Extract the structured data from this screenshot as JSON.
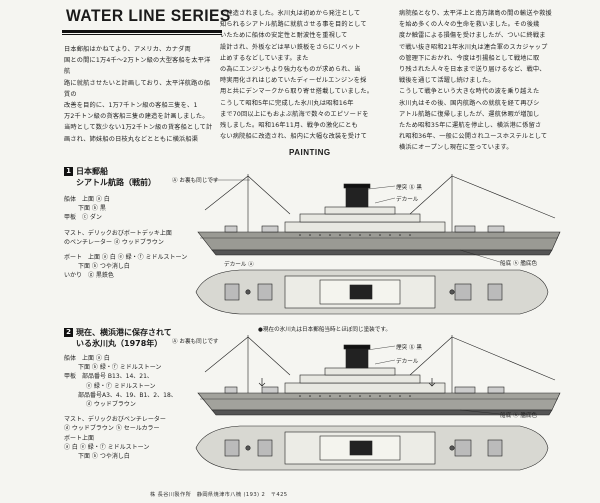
{
  "header": {
    "series_title": "WATER LINE SERIES"
  },
  "intro": {
    "col1": [
      "日本郵船はかねてより、アメリカ、カナダ両",
      "国との間に1万4千～2万トン級の大型客船を太平洋航",
      "路に就航させたいと計画しており、太平洋航路の船質の",
      "改善を目的に、1万7千トン級の客船三隻を、1",
      "万2千トン級の貨客船三隻の建造を計画しました。",
      "当時として数少ない1万2千トン級の貨客船として計",
      "画され、姉妹船の日枝丸などとともに横浜船渠"
    ],
    "col2": [
      "で建造されました。氷川丸は初めから発注として",
      "知られるシアトル航路に就航させる事を目的として",
      "いたために船体の安定性と耐波性を重視して",
      "設計され、外板などは早い鉄板をさらにリベット",
      "止めするなどしています。また",
      "の為にエンジンもより強力なものが求められ、当",
      "時実用化されはじめていたディーゼルエンジンを採",
      "用と共にデンマークから取り寄せ搭載していました。",
      "こうして昭和5年に完成した氷川丸は昭和16年",
      "まで70回以上にもおよぶ航海で数々のエピソードを",
      "残しました。昭和16年11月、戦争の激化にとも",
      "ない病院船に改造され、船内に大幅な改装を受けて"
    ],
    "col3": [
      "病院船となり、太平洋上と南方諸島の間の輸送や救援",
      "を始め多くの人々の生命を救いました。その後幾",
      "度か触雷による損傷を受けましたが、ついに終戦ま",
      "で戦い抜き昭和21年氷川丸は連合軍のスカジャップ",
      "の管理下におかれ、今度は引揚船として戦地に取",
      "り残された人々を日本まで送り届けるなど、戦中、",
      "戦後を通じて活躍し続けました。",
      "こうして戦争という大きな時代の波を乗り越えた",
      "氷川丸はその後、国内航路への就航を経て再びシ",
      "アトル航路に復帰しましたが、運航休暇が増加し",
      "たため昭和35年に運航を停止し、横浜港に係留さ",
      "れ昭和36年、一般に公開されユースホステルとして",
      "横浜にオープンし現在に至っています。"
    ]
  },
  "painting_title": "PAINTING",
  "section1": {
    "number": "1",
    "title_line1": "日本郵船",
    "title_line2": "シアトル航路（戦前）",
    "specs": [
      "船体　上面 ⓐ 白",
      "下面 ⓑ 黒",
      "甲板　ⓒ ダン",
      "マスト、デリックおびボートデッキ上面",
      "のベンチレーター ⓓ ウッドブラウン",
      "ボート　上面 ⓐ 白 ⓔ 緑・ⓕ ミドルストーン",
      "下面 ⓑ つや消し白",
      "いかり　ⓖ 黒鉄色"
    ]
  },
  "section2": {
    "number": "2",
    "title_line1": "現在、横浜港に保存されて",
    "title_line2": "いる氷川丸（1978年）",
    "specs": [
      "船体　上面 ⓐ 白",
      "下面 ⓑ 緑・ⓕ ミドルストーン",
      "甲板　部品番号 B13、14、21、",
      "ⓔ 緑・ⓕ ミドルストーン",
      "部品番号A3、4、19、B1、2、18、",
      "ⓓ ウッドブラウン",
      "マスト、デリックおびベンチレーター",
      "ⓓ ウッドブラウン ⓗ セールカラー",
      "ボート上面",
      "ⓐ 白 ⓔ 緑・ⓕ ミドルストーン",
      "下面 ⓑ つや消し白"
    ]
  },
  "labels": {
    "same_a": "Ⓐ お裏も同じです",
    "same_b": "Ⓐ お裏も同じです",
    "funnel1": "煙突 ⓖ 黒",
    "decal1": "デカール",
    "decal_deck1": "デカール ⓐ",
    "bottom1": "船底 ⓗ 艦底色",
    "note_hikawa": "●現在の氷川丸は日本郵船当時とほぼ同じ塗装です。",
    "funnel2": "煙突 ⓖ 黒",
    "decal2": "デカール",
    "bottom2": "船底 ⓗ 艦底色"
  },
  "footer": {
    "text": "株 長谷川製作所　静岡県焼津市八楠 (193) 2　〒425"
  },
  "colors": {
    "ink": "#1a1a1a",
    "paper": "#f5f5f1"
  }
}
